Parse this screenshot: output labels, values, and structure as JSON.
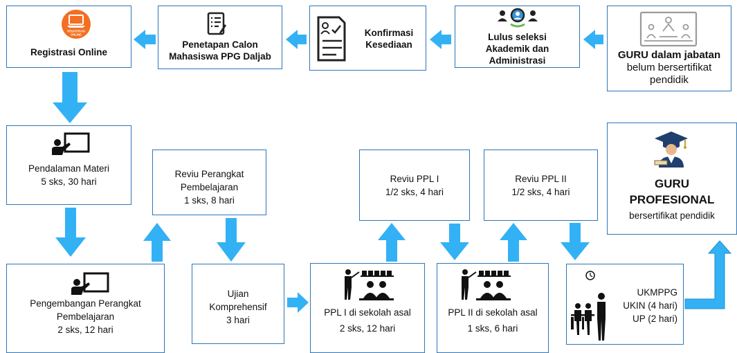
{
  "colors": {
    "border": "#2e75b6",
    "arrow": "#33b1f5",
    "icon": "#222222",
    "accent": "#f36f21"
  },
  "top_row": {
    "guru_jabatan": {
      "title": "GURU dalam jabatan",
      "line2": "belum bersertifikat",
      "line3": "pendidik",
      "icon": "classroom-icon"
    },
    "lulus_seleksi": {
      "line1": "Lulus seleksi",
      "line2": "Akademik dan",
      "line3": "Administrasi",
      "icon": "group-search-icon"
    },
    "konfirmasi": {
      "line1": "Konfirmasi",
      "line2": "Kesediaan",
      "icon": "form-document-icon"
    },
    "penetapan": {
      "line1": "Penetapan Calon",
      "line2": "Mahasiswa PPG Daljab",
      "icon": "list-document-icon"
    },
    "registrasi": {
      "line1": "Registrasi Online",
      "icon": "registrasi-online-icon",
      "icon_text1": "REGISTRASI",
      "icon_text2": "ONLINE"
    }
  },
  "middle_row": {
    "pendalaman": {
      "line1": "Pendalaman Materi",
      "line2": "5 sks, 30 hari",
      "icon": "teaching-board-icon"
    },
    "reviu_perangkat": {
      "line1": "Reviu Perangkat",
      "line2": "Pembelajaran",
      "line3": "1 sks, 8 hari"
    },
    "reviu_ppl1": {
      "line1": "Reviu PPL I",
      "line2": "1/2 sks, 4 hari"
    },
    "reviu_ppl2": {
      "line1": "Reviu PPL  II",
      "line2": "1/2 sks, 4 hari"
    },
    "guru_profesional": {
      "line1": "GURU",
      "line2": "PROFESIONAL",
      "line3": "bersertifikat pendidik",
      "icon": "graduate-icon"
    }
  },
  "bottom_row": {
    "pengembangan": {
      "line1": "Pengembangan Perangkat",
      "line2": "Pembelajaran",
      "line3": "2 sks, 12 hari",
      "icon": "teaching-board-icon"
    },
    "ujian": {
      "line1": "Ujian",
      "line2": "Komprehensif",
      "line3": "3 hari"
    },
    "ppl1": {
      "line1": "PPL  I  di sekolah asal",
      "line2": "2 sks, 12 hari",
      "icon": "class-teaching-icon"
    },
    "ppl2": {
      "line1": "PPL II di sekolah asal",
      "line2": "1 sks, 6 hari",
      "icon": "class-teaching-icon"
    },
    "ukmppg": {
      "line1": "UKMPPG",
      "line2": "UKIN (4 hari)",
      "line3": "UP (2 hari)",
      "icon": "exam-room-icon"
    }
  }
}
